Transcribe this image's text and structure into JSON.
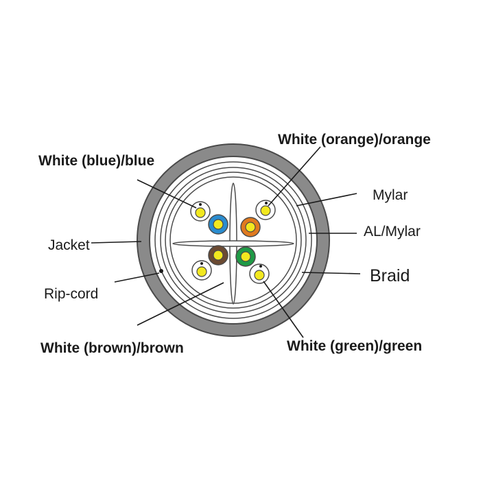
{
  "labels": {
    "white_blue": "White (blue)/blue",
    "white_orange": "White (orange)/orange",
    "mylar": "Mylar",
    "al_mylar": "AL/Mylar",
    "jacket": "Jacket",
    "braid": "Braid",
    "rip_cord": "Rip-cord",
    "white_brown": "White (brown)/brown",
    "white_green": "White (green)/green"
  },
  "colors": {
    "jacket": "#8a8a8a",
    "blue": "#2a8ccf",
    "orange": "#e07a1f",
    "brown": "#6b4a32",
    "green": "#1f9a46",
    "conductor": "#f2e81f",
    "outline": "#4a4a4a"
  }
}
